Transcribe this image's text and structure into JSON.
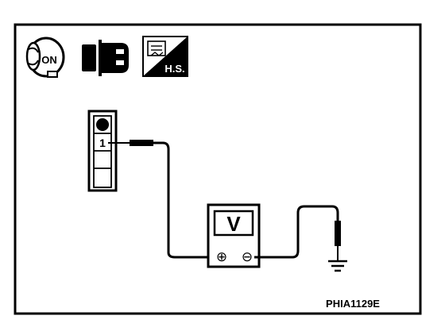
{
  "icons": {
    "ignition_key": {
      "name": "ignition-key-icon",
      "text": "ON"
    },
    "connector_disconnect": {
      "name": "connector-disconnect-icon"
    },
    "harness_connector_view": {
      "name": "harness-side-icon",
      "text": "H.S."
    }
  },
  "connector": {
    "terminal_label": "1"
  },
  "voltmeter": {
    "display_text": "V",
    "positive_terminal": "⊕",
    "negative_terminal": "⊖"
  },
  "ground": {
    "name": "ground-symbol-icon"
  },
  "figure_code": "PHIA1129E",
  "colors": {
    "ink": "#000000",
    "background": "#ffffff"
  }
}
